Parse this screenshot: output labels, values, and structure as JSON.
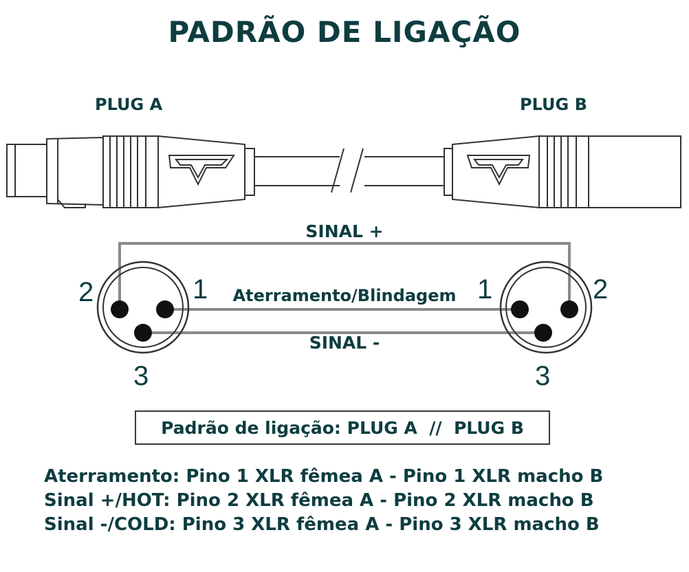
{
  "title": "PADRÃO DE LIGAÇÃO",
  "plug_a_label": "PLUG A",
  "plug_b_label": "PLUG B",
  "wires": {
    "signal_plus": "SINAL +",
    "ground": "Aterramento/Blindagem",
    "signal_minus": "SINAL -"
  },
  "plug_a_pins": {
    "pin1": "1",
    "pin2": "2",
    "pin3": "3"
  },
  "plug_b_pins": {
    "pin1": "1",
    "pin2": "2",
    "pin3": "3"
  },
  "caption": "Padrão de ligação: PLUG A  //  PLUG B",
  "legend": [
    "Aterramento: Pino 1 XLR fêmea A - Pino 1 XLR macho B",
    "Sinal +/HOT: Pino 2 XLR fêmea A - Pino 2 XLR macho B",
    "Sinal -/COLD: Pino 3 XLR fêmea A - Pino 3 XLR macho B"
  ],
  "colors": {
    "text": "#0e3d40",
    "wire": "#8a8a8a",
    "outline": "#333333"
  }
}
